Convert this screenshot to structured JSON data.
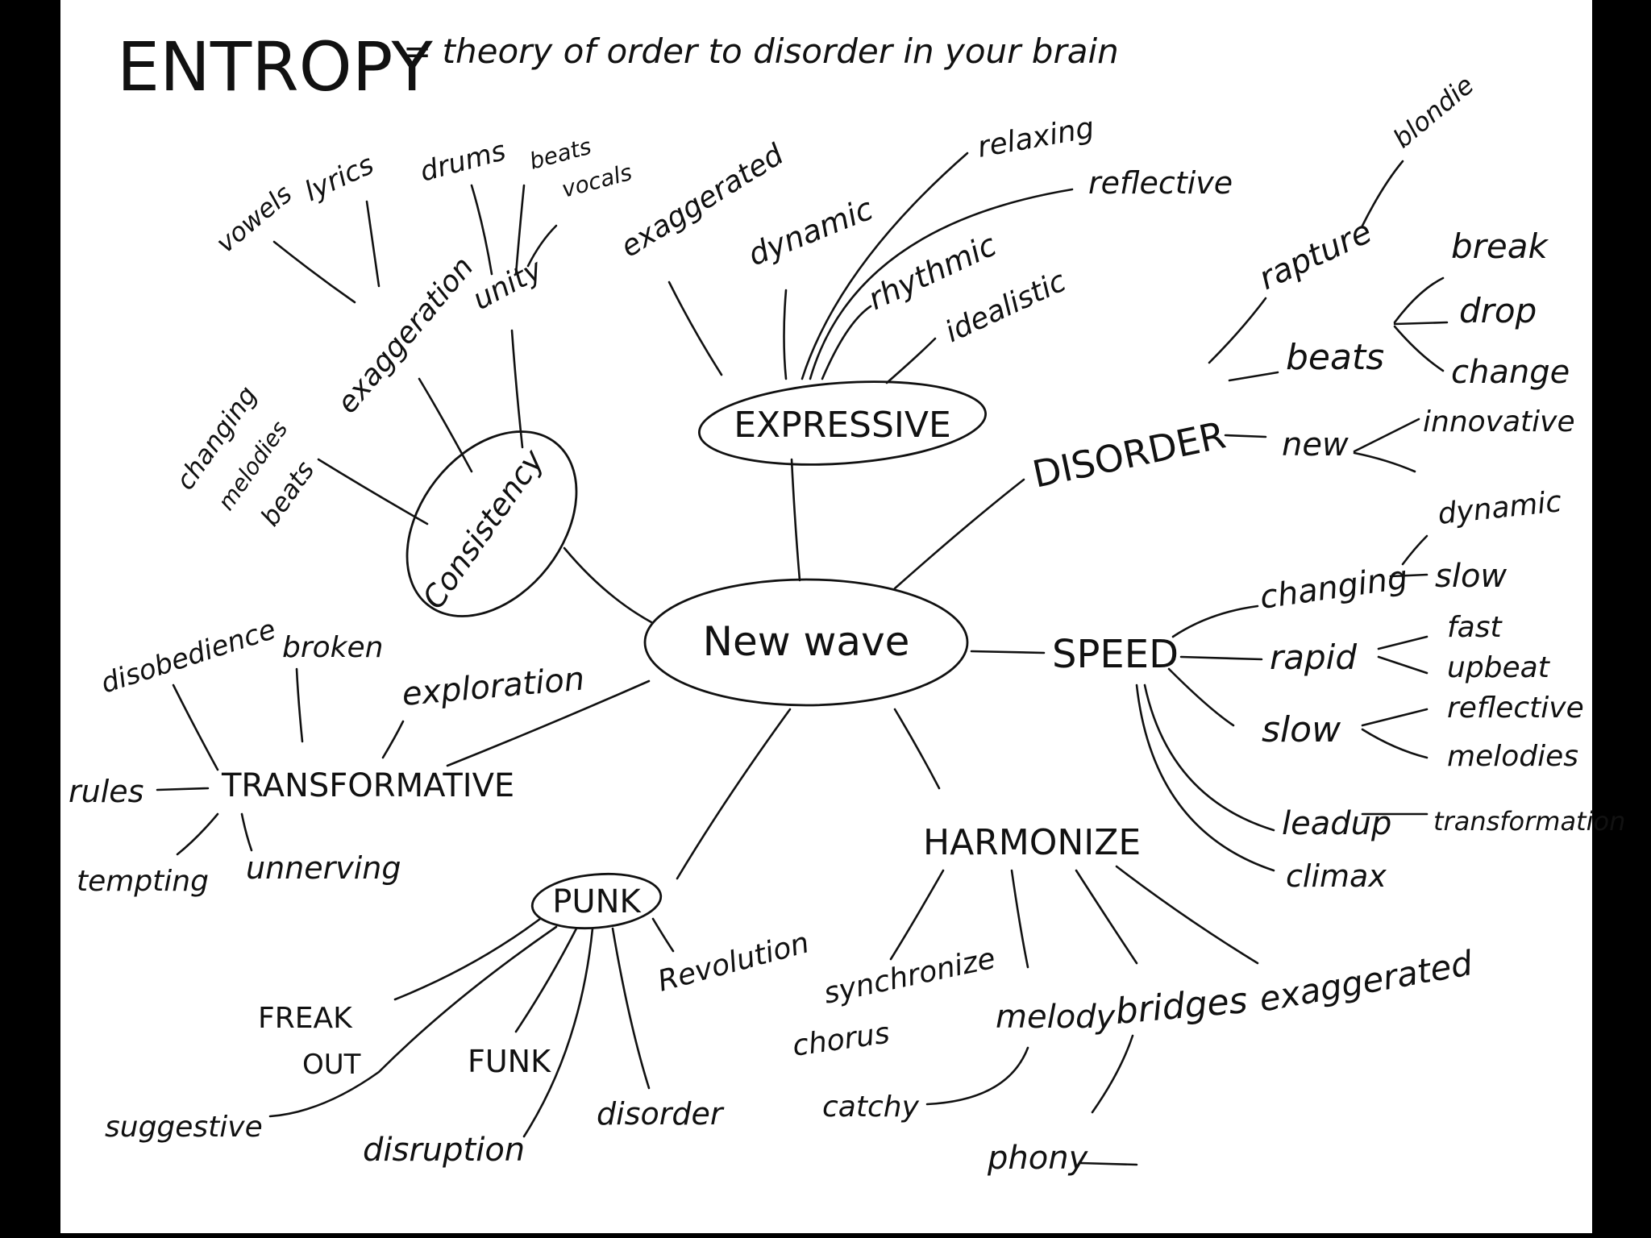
{
  "title": {
    "heading": "ENTROPY",
    "subtitle": "= theory of order to disorder in your brain"
  },
  "center": {
    "label": "New wave"
  },
  "branches": {
    "consistency": {
      "label": "Consistency",
      "children": {
        "changing": "changing",
        "melodies": "melodies",
        "beats": "beats",
        "exaggeration": "exaggeration",
        "vowels": "vowels",
        "lyrics": "lyrics",
        "unity": "unity",
        "drums": "drums",
        "beats2": "beats",
        "vocals": "vocals"
      }
    },
    "expressive": {
      "label": "EXPRESSIVE",
      "children": {
        "exaggerated": "exaggerated",
        "dynamic": "dynamic",
        "relaxing": "relaxing",
        "reflective": "reflective",
        "rhythmic": "rhythmic",
        "idealistic": "idealistic"
      }
    },
    "disorder": {
      "label": "DISORDER",
      "children": {
        "rapture": "rapture",
        "blondie": "blondie",
        "beats": "beats",
        "break": "break",
        "drop": "drop",
        "change": "change",
        "new": "new",
        "innovative": "innovative"
      }
    },
    "speed": {
      "label": "SPEED",
      "children": {
        "changing": "changing",
        "dynamic": "dynamic",
        "slow": "slow",
        "rapid": "rapid",
        "fast": "fast",
        "upbeat": "upbeat",
        "slow2": "slow",
        "reflective": "reflective",
        "melodies": "melodies",
        "leadup": "leadup",
        "transformation": "transformation",
        "climax": "climax"
      }
    },
    "harmonize": {
      "label": "HARMONIZE",
      "children": {
        "synchronize": "synchronize",
        "chorus": "chorus",
        "catchy": "catchy",
        "melody": "melody",
        "bridges": "bridges",
        "phony": "phony",
        "exaggerated": "exaggerated"
      }
    },
    "punk": {
      "label": "PUNK",
      "children": {
        "revolution": "Revolution",
        "freak": "FREAK",
        "out": "OUT",
        "funk": "FUNK",
        "suggestive": "suggestive",
        "disruption": "disruption",
        "disorder": "disorder"
      }
    },
    "transformative": {
      "label": "TRANSFORMATIVE",
      "children": {
        "disobedience": "disobedience",
        "broken": "broken",
        "exploration": "exploration",
        "rules": "rules",
        "tempting": "tempting",
        "unnerving": "unnerving"
      }
    }
  }
}
